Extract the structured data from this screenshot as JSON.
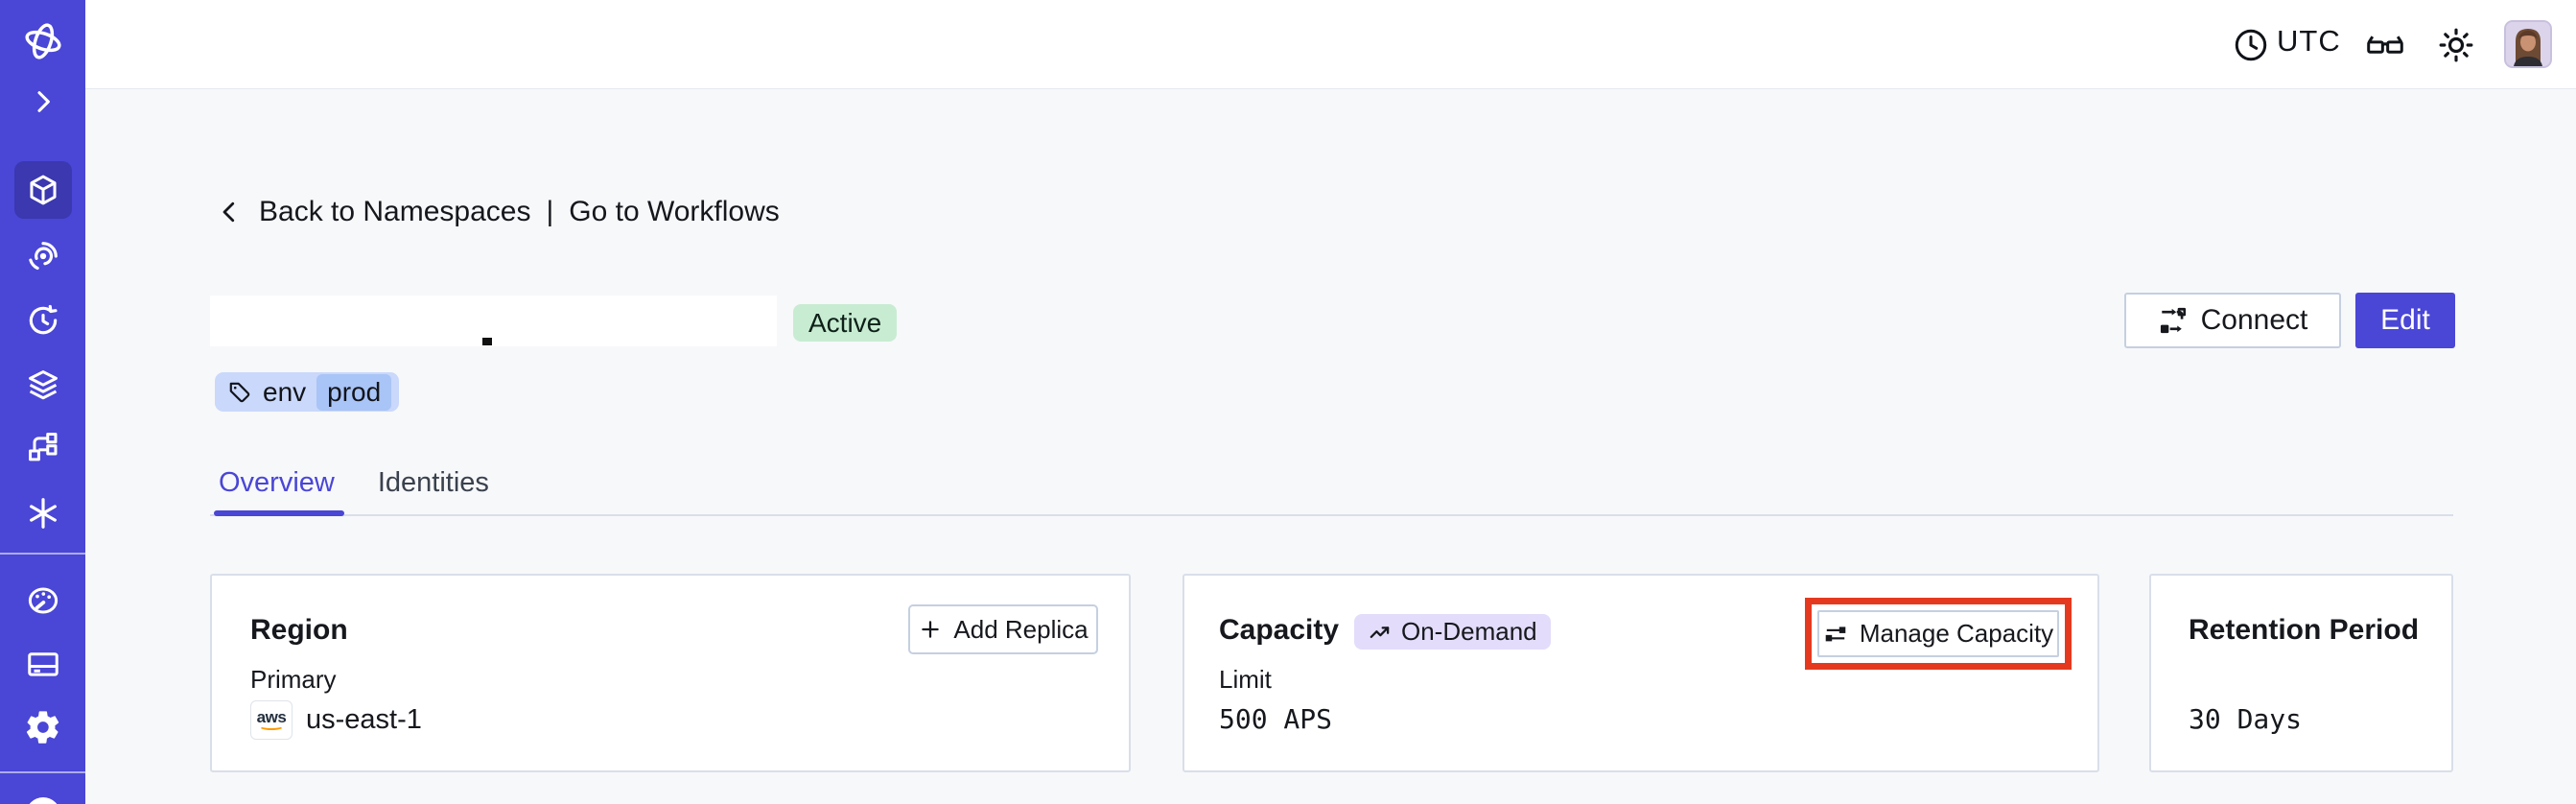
{
  "header": {
    "timezone_label": "UTC"
  },
  "breadcrumb": {
    "back_label": "Back to Namespaces",
    "separator": "|",
    "forward_label": "Go to Workflows"
  },
  "namespace": {
    "status": "Active",
    "tag": {
      "key": "env",
      "value": "prod"
    }
  },
  "actions": {
    "connect_label": "Connect",
    "edit_label": "Edit"
  },
  "tabs": [
    {
      "label": "Overview",
      "active": true
    },
    {
      "label": "Identities",
      "active": false
    }
  ],
  "cards": {
    "region": {
      "title": "Region",
      "action_label": "Add Replica",
      "field_label": "Primary",
      "provider": "aws",
      "value": "us-east-1"
    },
    "capacity": {
      "title": "Capacity",
      "badge": "On-Demand",
      "action_label": "Manage Capacity",
      "field_label": "Limit",
      "value": "500 APS",
      "annotated": true
    },
    "retention": {
      "title": "Retention Period",
      "value": "30 Days"
    }
  },
  "colors": {
    "accent_indigo": "#4a46d6",
    "sidebar_active_tile": "#3b38b0",
    "annotation_red": "#e5391f",
    "status_green_bg": "#c8ecd2",
    "tag_blue_bg": "#c9d8fb",
    "tag_inner_blue_bg": "#a9c4f6",
    "ondemand_purple_bg": "#e3dcfa",
    "aws_orange": "#ff9900"
  }
}
